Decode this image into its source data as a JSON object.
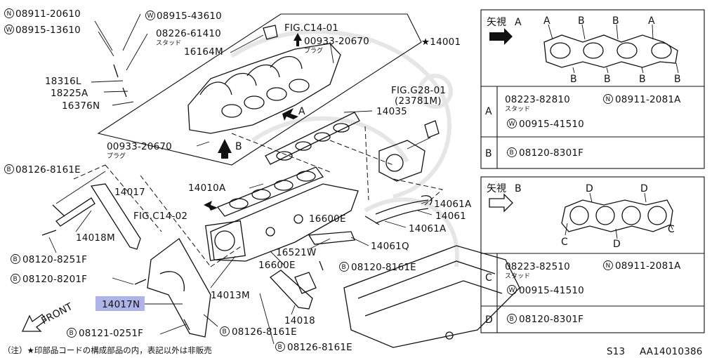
{
  "callouts": {
    "n_08911_20610": "08911-20610",
    "w_08915_43610": "08915-43610",
    "w_08915_13610": "08915-13610",
    "p_08226_61410": "08226-61410",
    "stud_1": "スタッド",
    "p_16164M": "16164M",
    "fig_c14_01": "FIG.C14-01",
    "p_00933_20670_top": "00933-20670",
    "plug_1": "プラグ",
    "p_14001": "★14001",
    "p_18316L": "18316L",
    "p_18225A": "18225A",
    "p_16376N": "16376N",
    "arrow_a": "A",
    "p_14035": "14035",
    "fig_g28_01": "FIG.G28-01",
    "fig_g28_sub": "(23781M)",
    "p_00933_20670_bot": "00933-20670",
    "plug_2": "プラグ",
    "arrow_b": "B",
    "b_08126_8161E_a": "08126-8161E",
    "p_14017_top": "14017",
    "p_14010A": "14010A",
    "fig_c14_02": "FIG.C14-02",
    "p_16600E_a": "16600E",
    "p_14061A_a": "14061A",
    "p_14061": "14061",
    "p_14061A_b": "14061A",
    "p_14018M": "14018M",
    "p_16521W": "16521W",
    "p_14061Q": "14061Q",
    "b_08120_8251F": "08120-8251F",
    "p_16600E_b": "16600E",
    "b_08120_8161E": "08120-8161E",
    "b_08120_8201F": "08120-8201F",
    "p_14013M": "14013M",
    "p_14017N": "14017N",
    "front": "FRONT",
    "p_14018": "14018",
    "b_08121_0251F": "08121-0251F",
    "b_08126_8161E_b": "08126-8161E",
    "b_08126_8161E_c": "08126-8161E"
  },
  "view_a": {
    "title": "矢視",
    "letter": "A",
    "labels_top": [
      "A",
      "B",
      "B",
      "A"
    ],
    "labels_bottom": [
      "B",
      "B",
      "B",
      "B"
    ]
  },
  "table_a": {
    "row_a_key": "A",
    "row_a_part1": "08223-82810",
    "row_a_stud": "スタッド",
    "row_a_n": "08911-2081A",
    "row_a_w": "00915-41510",
    "row_b_key": "B",
    "row_b_part": "08120-8301F"
  },
  "view_b": {
    "title": "矢視",
    "letter": "B",
    "labels_top": [
      "D",
      "D"
    ],
    "labels_left": "C",
    "labels_right": "C",
    "labels_bottom": "D"
  },
  "table_b": {
    "row_c_key": "C",
    "row_c_part1": "08223-82510",
    "row_c_stud": "スタッド",
    "row_c_n": "08911-2081A",
    "row_c_w": "00915-41510",
    "row_d_key": "D",
    "row_d_part": "08120-8301F"
  },
  "symbols": {
    "n": "N",
    "w": "W",
    "b": "B"
  },
  "footer": {
    "note": "（注）★印部品コードの構成部品の内，表記以外は非販売",
    "model": "S13",
    "code": "AA14010386"
  },
  "colors": {
    "highlight": "#aeb4e8",
    "ink": "#111111"
  }
}
